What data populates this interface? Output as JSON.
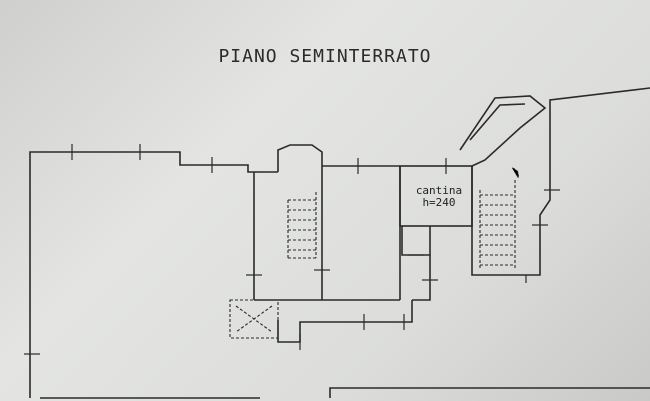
{
  "plan": {
    "title": "PIANO SEMINTERRATO",
    "rooms": [
      {
        "name": "cantina",
        "height_label": "h=240"
      }
    ]
  }
}
